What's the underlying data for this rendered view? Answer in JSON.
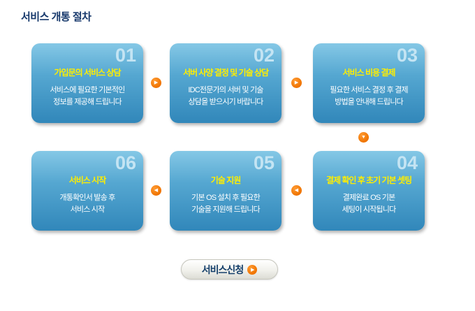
{
  "page": {
    "title": "서비스 개통 절차"
  },
  "steps": [
    {
      "num": "01",
      "title": "가입문의 서비스 상담",
      "desc": "서비스에 필요한 기본적인\n정보를 제공해 드립니다"
    },
    {
      "num": "02",
      "title": "서버 사양 결정 및 기술 상담",
      "desc": "IDC전문가의 서버 및 기술\n상담을 받으시기 바랍니다"
    },
    {
      "num": "03",
      "title": "서비스 비용 결제",
      "desc": "필요한 서비스 결정 후 결제\n방법을 안내해 드립니다"
    },
    {
      "num": "04",
      "title": "결제 확인 후 초기 기본 셋팅",
      "desc": "결제완료 OS 기본\n세팅이 시작됩니다"
    },
    {
      "num": "05",
      "title": "기술 지원",
      "desc": "기본 OS 설치 후 필요한\n기술을 지원해 드립니다"
    },
    {
      "num": "06",
      "title": "서비스 시작",
      "desc": "개통확인서 발송 후\n서비스 시작"
    }
  ],
  "icons": {
    "arrow_right": "▶",
    "arrow_left": "◀",
    "arrow_down": "▼"
  },
  "apply_button": {
    "label": "서비스신청",
    "arrow": "▶"
  },
  "colors": {
    "card_gradient_top": "#85c8e6",
    "card_gradient_bottom": "#3187ba",
    "accent_orange": "#ef7300",
    "heading_navy": "#16386b",
    "step_title_yellow": "#ffee00"
  }
}
